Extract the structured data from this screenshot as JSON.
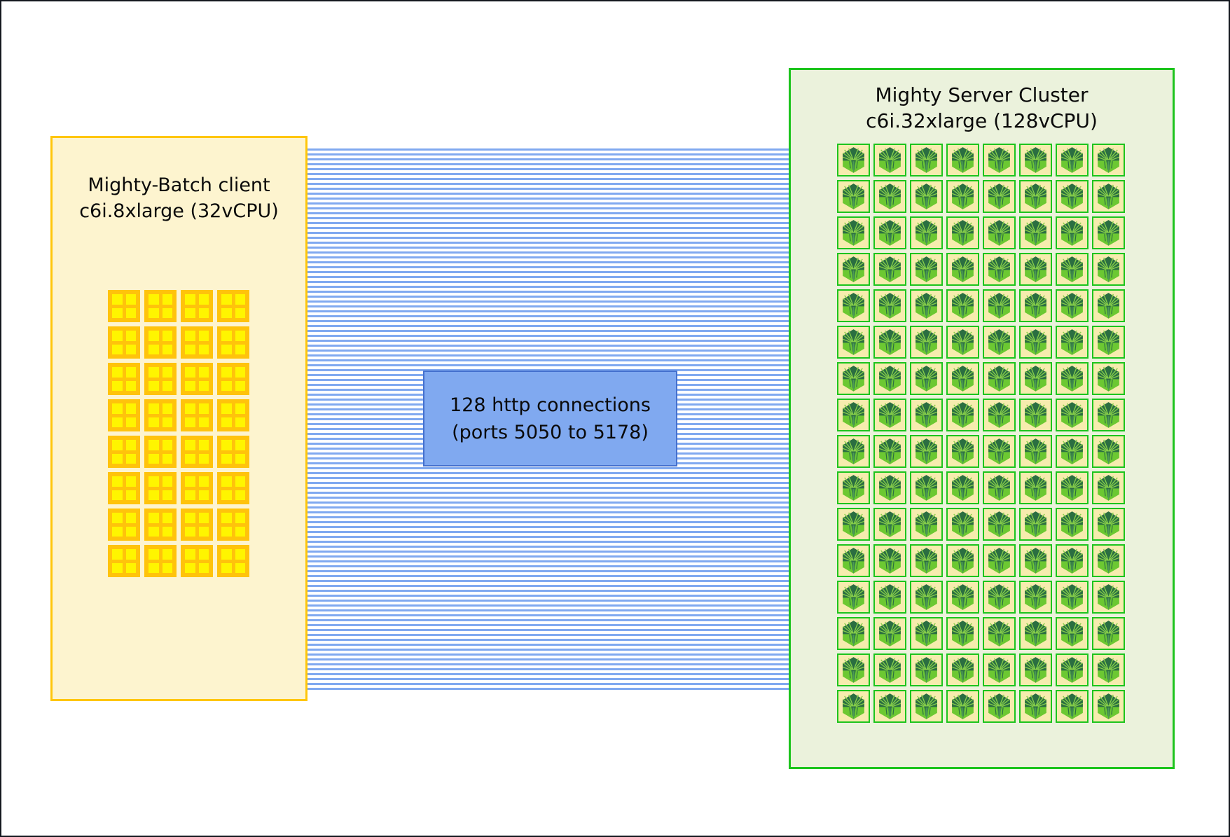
{
  "client_box": {
    "title_line1": "Mighty-Batch client",
    "title_line2": "c6i.8xlarge (32vCPU)",
    "cpu_count": 32,
    "grid": {
      "columns": 4,
      "rows": 8
    }
  },
  "connections": {
    "label_line1": "128 http connections",
    "label_line2": "(ports 5050 to 5178)",
    "count": 128,
    "port_range": "5050 to 5178"
  },
  "server_box": {
    "title_line1": "Mighty Server Cluster",
    "title_line2": "c6i.32xlarge (128vCPU)",
    "server_count": 128,
    "grid": {
      "columns": 8,
      "rows": 16
    }
  },
  "icons": {
    "cpu_icon": "yellow-cpu-chip-icon",
    "server_icon": "mighty-tree-logo-icon"
  },
  "colors": {
    "frame": "#14181f",
    "client_bg": "#fdf4cf",
    "client_border": "#ffc60a",
    "cpu_outer": "#ffc30b",
    "cpu_inner": "#fff500",
    "stripe_blue": "#80a9f0",
    "conn_fill": "#80a9f0",
    "conn_border": "#4470ce",
    "server_bg": "#ebf2dc",
    "server_border": "#1dc41d",
    "cell_bg": "#f6ecae",
    "tree_dark": "#2b6e41",
    "tree_mid": "#4d9a55",
    "tree_light": "#6cc832",
    "tree_slit": "#86ce4a"
  }
}
